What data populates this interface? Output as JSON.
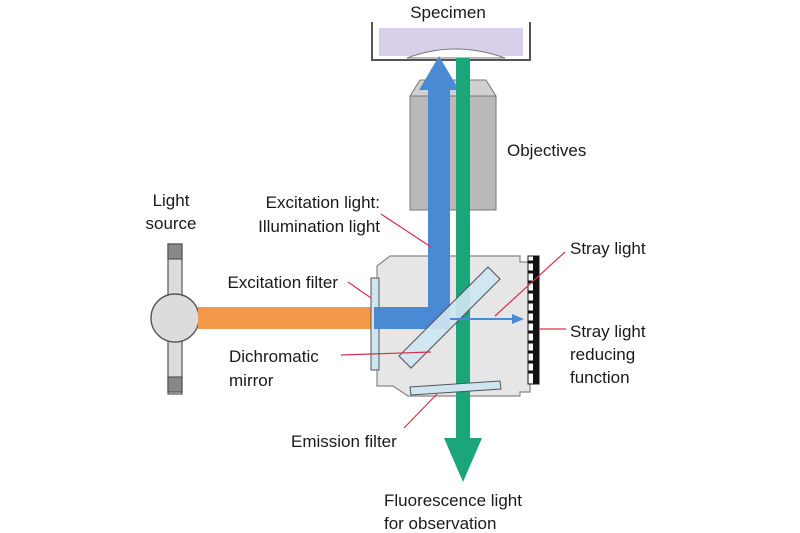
{
  "labels": {
    "specimen": "Specimen",
    "objectives": "Objectives",
    "light_source_1": "Light",
    "light_source_2": "source",
    "excitation_light_1": "Excitation light:",
    "excitation_light_2": "Illumination light",
    "excitation_filter": "Excitation filter",
    "dichromatic_1": "Dichromatic",
    "dichromatic_2": "mirror",
    "emission_filter": "Emission filter",
    "stray_light": "Stray light",
    "stray_reducing_1": "Stray light",
    "stray_reducing_2": "reducing",
    "stray_reducing_3": "function",
    "fluorescence_1": "Fluorescence light",
    "fluorescence_2": "for observation"
  },
  "colors": {
    "excitation_light": "#4a8ad4",
    "fluorescence_light": "#1aa57a",
    "source_light": "#f39a4a",
    "specimen_fill": "#d8d0ea",
    "objective_gray": "#b9b9b9",
    "cube_gray": "#e6e6e6",
    "filter_fill": "#cfe6f2",
    "leader_line": "#d8314a"
  }
}
